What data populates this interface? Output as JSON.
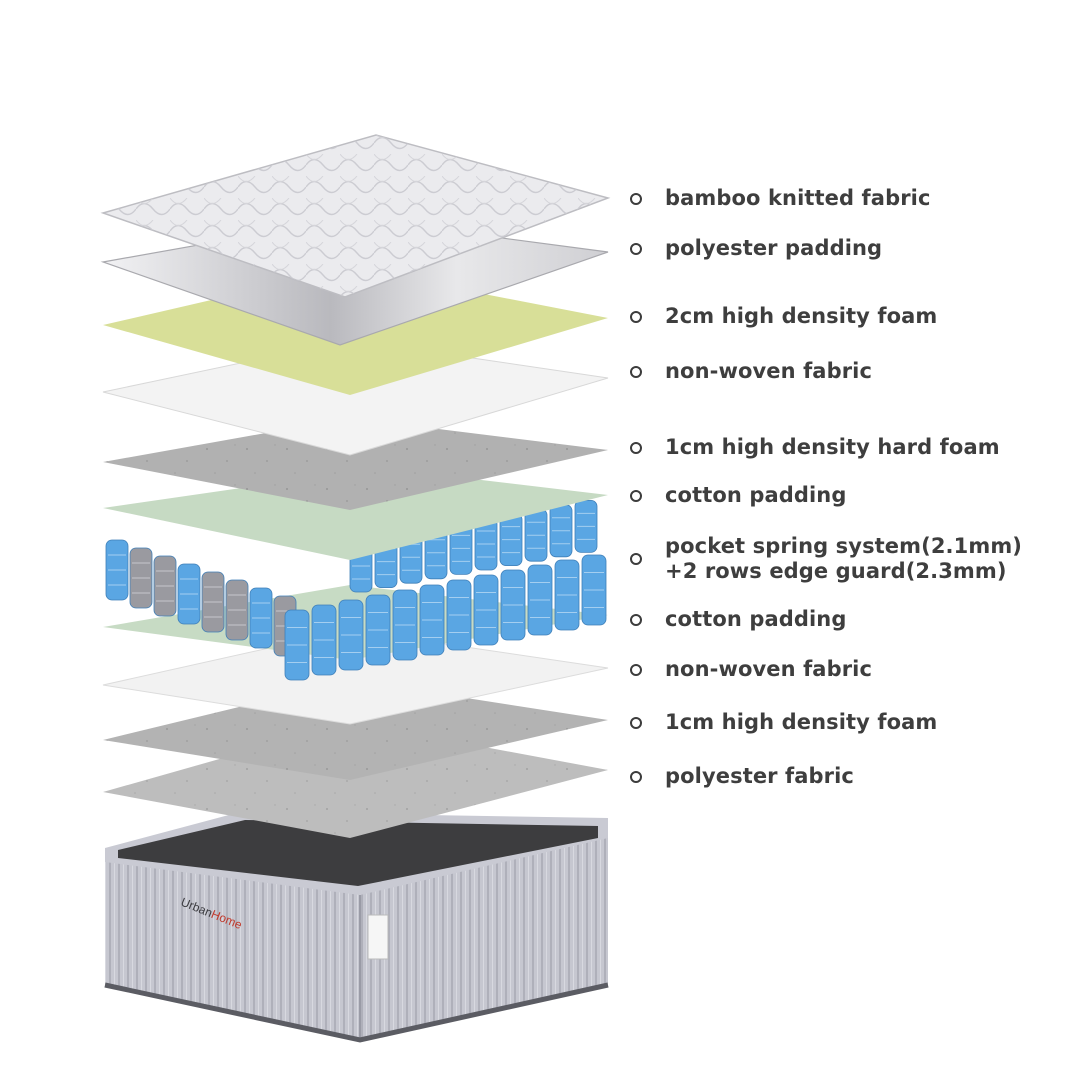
{
  "brand": {
    "prefix": "Urban",
    "suffix": "Home",
    "accent": "#c0392b"
  },
  "colors": {
    "label_text": "#3e3e3e",
    "bullet": "#3c3c3c",
    "fabric_top": "#e9e9ec",
    "padding_silver": "#dcdcde",
    "yellow_foam": "#d9df9a",
    "white_fabric": "#f3f3f3",
    "gray_foam": "#b6b6b6",
    "green_cotton": "#c9dcc6",
    "spring_blue": "#5aa6e3",
    "spring_gray": "#9a9aa0",
    "base_side": "#c8c9d2",
    "base_top": "#3d3d3f"
  },
  "layers": [
    {
      "label": "bamboo knitted fabric",
      "icon": "circle-bullet-icon"
    },
    {
      "label": "polyester padding",
      "icon": "circle-bullet-icon"
    },
    {
      "label": "2cm high density foam",
      "icon": "circle-bullet-icon"
    },
    {
      "label": "non-woven fabric",
      "icon": "circle-bullet-icon"
    },
    {
      "label": "1cm high density hard foam",
      "icon": "circle-bullet-icon"
    },
    {
      "label": "cotton padding",
      "icon": "circle-bullet-icon"
    },
    {
      "label": "pocket spring system(2.1mm)\n+2 rows edge guard(2.3mm)",
      "label_line1": "pocket spring system(2.1mm)",
      "label_line2": "+2 rows edge guard(2.3mm)",
      "icon": "circle-bullet-icon"
    },
    {
      "label": "cotton padding",
      "icon": "circle-bullet-icon"
    },
    {
      "label": "non-woven fabric",
      "icon": "circle-bullet-icon"
    },
    {
      "label": "1cm high density foam",
      "icon": "circle-bullet-icon"
    },
    {
      "label": "polyester fabric",
      "icon": "circle-bullet-icon"
    }
  ]
}
